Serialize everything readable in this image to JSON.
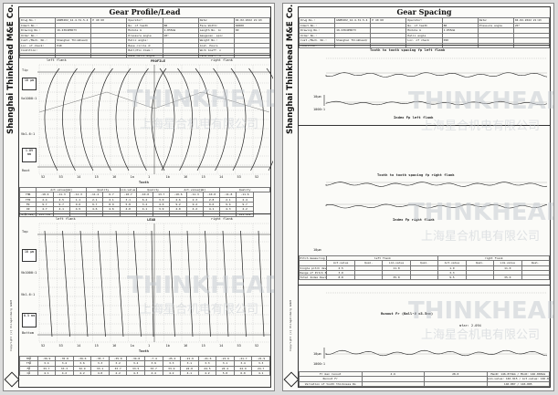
{
  "left": {
    "side_text": "Shanghai Thinkhead M&E Co. Ltd.",
    "copyright": "Copyright (c) Klingelnberg GmbH",
    "title": "Gear Profile/Lead",
    "header_rows": [
      [
        "Drwg.No.:",
        "GNP0402_14-4.31-5-4",
        "P 40 60",
        "Operator:",
        "",
        "Date:",
        "04.02.2022 21:43"
      ],
      [
        "Ident.No.:",
        "",
        "",
        "No. of teeth",
        "88",
        "Face Width:",
        "60000"
      ],
      [
        "Drawing No.:",
        "16-2364P0673",
        "",
        "Module m",
        "1.855mm",
        "Length No. in",
        "60"
      ],
      [
        "Order No.:",
        "",
        "",
        "Pressure angle",
        "20°",
        "Gaugecen. spic",
        ""
      ],
      [
        "Cust./Mach. No.:",
        "Shanghai Thinkhead/",
        "",
        "Helix angle:",
        "",
        "Weight No.:",
        ""
      ],
      [
        "Loc. of check:",
        "P40",
        "",
        "Base circle d:",
        "",
        "Cost. Hours",
        ""
      ],
      [
        "Condition:",
        "",
        "",
        "Ball/Pin diam.:",
        "",
        "Work Coeff. n",
        ""
      ],
      [
        "",
        "",
        "",
        "Base helix angle",
        "",
        "Face Coeff. n",
        ""
      ]
    ],
    "profile": {
      "title": "PROFILE",
      "left_flank": "left flank",
      "right_flank": "right flank",
      "tip": "Tip",
      "root": "Root",
      "scale_box": "10 μm",
      "mag": "Va1000:1",
      "eval_top": "Vb1.6:1",
      "range_box": "1.89 mm",
      "tooth_label": "Tooth",
      "tooth_numbers": [
        "52",
        "53",
        "14",
        "15",
        "16",
        "1a",
        "1",
        "1b",
        "16",
        "15",
        "14",
        "53",
        "52"
      ],
      "column_header": [
        "Act.value[μm]",
        "Quality",
        "Lim.value",
        "Quality",
        "Act.value[μm]",
        "Quality"
      ],
      "rows": [
        [
          "fHα",
          "-10.4",
          "-11.3",
          "-11.3",
          "-11.4",
          "6.7",
          "-10.7",
          "-10.0",
          "13.7",
          "-10.6",
          "-11.3",
          "-10.0",
          "-11.8",
          "-11.6"
        ],
        [
          "ffα",
          "2.4",
          "2.5",
          "1.1",
          "2.1",
          "2.1",
          "3.1",
          "6.4",
          "3.0",
          "2.6",
          "2.3",
          "2.8",
          "2.1",
          "2.4"
        ],
        [
          "Fα",
          "9.7",
          "9.7",
          "9.6",
          "9.7",
          "8.9",
          "5.8",
          "3.2",
          "4.0",
          "9.2",
          "9.2",
          "9.6",
          "9.4",
          "9.7"
        ],
        [
          "Cα",
          "4.7",
          "4.1",
          "4.5",
          "4.6",
          "4.6",
          "4.0",
          "4.1",
          "3.9",
          "4.0",
          "4.2",
          "4.1",
          "4.3",
          "4.2"
        ],
        [
          "α/β(lam)",
          "135.781",
          "",
          "",
          "",
          "",
          "",
          "",
          "",
          "",
          "",
          "",
          "",
          "141.459"
        ]
      ]
    },
    "lead": {
      "title": "LEAD",
      "left_flank": "left flank",
      "right_flank": "right flank",
      "top": "Top",
      "bottom": "Bottom",
      "scale_box": "10 μm",
      "mag": "Vb1000:1",
      "eval_top": "Vb1.6:1",
      "range_box": "0.5 mm",
      "tooth_label": "Tooth",
      "tooth_numbers": [
        "52",
        "53",
        "14",
        "15",
        "16",
        "1a",
        "1",
        "1b",
        "16",
        "15",
        "14",
        "53",
        "52"
      ],
      "rows": [
        [
          "fHβ",
          "-36.9",
          "-35.8",
          "-36.6",
          "-35.7",
          "-35.0",
          "-34.8",
          "-7.4",
          "-25.4",
          "-21.9",
          "-21.6",
          "-21.6",
          "-21.7",
          "-21.9"
        ],
        [
          "ffβ",
          "3.4",
          "3.4",
          "3.6",
          "3.3",
          "3.2",
          "3.4",
          "3.9",
          "3.3",
          "3.1",
          "3.3",
          "3.1",
          "3.4",
          "3.3"
        ],
        [
          "Fβ",
          "33.7",
          "33.3",
          "32.9",
          "33.1",
          "33.7",
          "33.5",
          "33.7",
          "33.9",
          "24.0",
          "24.5",
          "24.4",
          "24.9",
          "24.7"
        ],
        [
          "Cβ",
          "4.1",
          "4.2",
          "4.2",
          "4.0",
          "4.2",
          "4.3",
          "4.4",
          "4.2",
          "4.1",
          "4.2",
          "5.0",
          "6.0",
          "4.1"
        ]
      ]
    }
  },
  "right": {
    "side_text": "Shanghai Thinkhead M&E Co. Ltd.",
    "copyright": "Copyright (c) Klingelnberg GmbH",
    "title": "Gear Spacing",
    "header_rows": [
      [
        "Drwg.No.:",
        "GNP0402_14-4.31-5-4",
        "P 40 60",
        "Operator:",
        "",
        "Date:",
        "04.02.2022 21:43"
      ],
      [
        "Ident.No.:",
        "",
        "",
        "No. of teeth",
        "88",
        "Pressure angle",
        "20°"
      ],
      [
        "Drawing No.:",
        "16-2364P0673",
        "",
        "Module m",
        "1.855mm",
        "",
        ""
      ],
      [
        "Order No.:",
        "",
        "",
        "Helix angle",
        "",
        "",
        ""
      ],
      [
        "Cust./Mach. No.:",
        "Shanghai Thinkhead/",
        "",
        "Loc. of check",
        "P40",
        "",
        ""
      ],
      [
        "Condition:",
        "",
        "",
        "",
        "",
        "",
        ""
      ]
    ],
    "chart_fp_left_title": "Tooth to tooth spacing fp  left flank",
    "chart_index_left_title": "Index Fp  left flank",
    "chart_fp_right_title": "Tooth to tooth spacing fp  right flank",
    "chart_index_right_title": "Index Fp  right flank",
    "chart_runout_title": "Runout Fr (Ball-Ø =3.5mm)",
    "scale_10": "10μm",
    "mag_1000": "1000:1",
    "table_header": [
      "Pitch measuring circle",
      "left flank",
      "right flank"
    ],
    "table_subheader": [
      "",
      "Act.value",
      "Qual.",
      "Lim.value",
      "Qual.",
      "Act.value",
      "Qual.",
      "Lim.value",
      "Qual."
    ],
    "table_rows": [
      [
        "Single pitch deviation fp max",
        "2.5",
        "",
        "11.0",
        "",
        "1.9",
        "",
        "11.0",
        ""
      ],
      [
        "Range of Pitch Error fu",
        "3.0",
        "",
        "",
        "",
        "3.3",
        "",
        "",
        ""
      ],
      [
        "Total Index Deviation Fp",
        "8.8",
        "",
        "35.0",
        "",
        "9.5",
        "",
        "35.0",
        ""
      ]
    ],
    "runout_annot": "mfar: 2.094",
    "footer": [
      [
        "Fr max runout",
        "4.6",
        "28.0",
        "MaxR: 146.873mm / MinR: 146.865mm"
      ],
      [
        "Runout Fr",
        "",
        "",
        "Lim.value: 146.915 / Act.value: 146.865"
      ],
      [
        "Variation of tooth thickness Rs",
        "",
        "",
        "146.887 / 146.885"
      ]
    ]
  },
  "watermark": {
    "brand": "THINKHEAD",
    "cn": "上海星合机电有限公司"
  }
}
